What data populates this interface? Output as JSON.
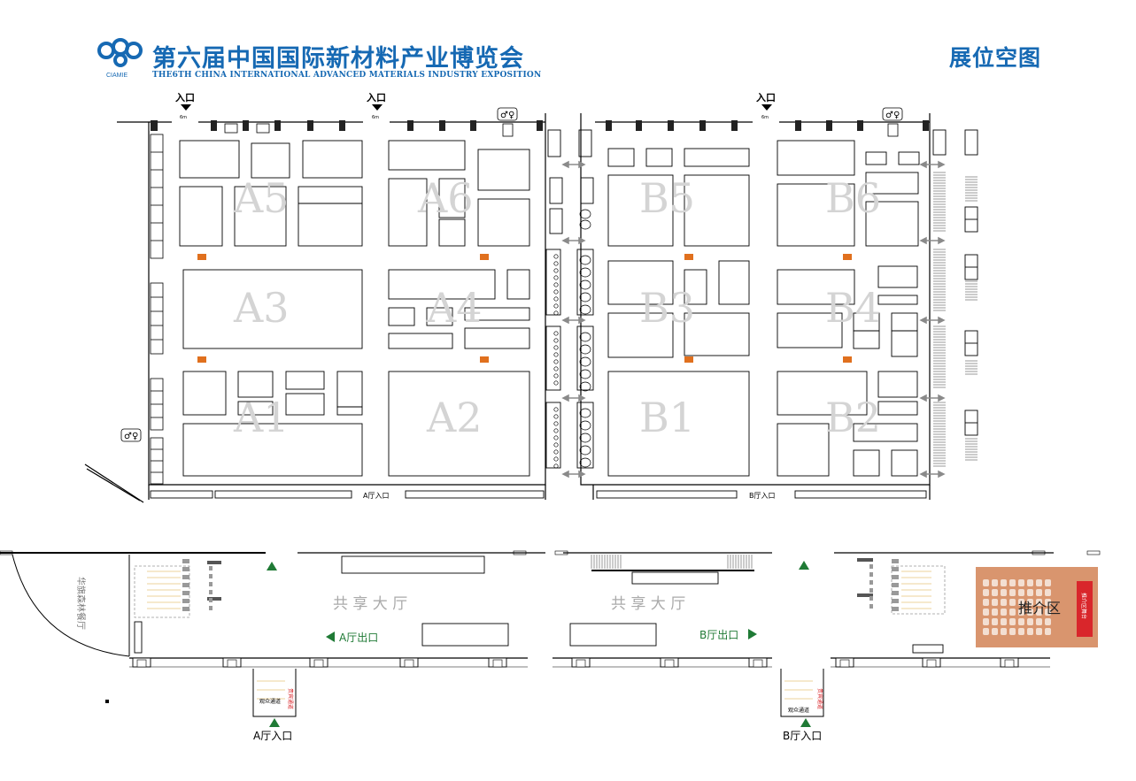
{
  "header": {
    "title": "第六届中国国际新材料产业博览会",
    "subtitle": "THE6TH CHINA INTERNATIONAL ADVANCED MATERIALS INDUSTRY EXPOSITION",
    "logo_text": "CIAMIE",
    "map_title": "展位空图",
    "brand_color": "#1669b3"
  },
  "entrances_top": [
    "入口",
    "入口",
    "入口"
  ],
  "width_mark": "6m",
  "halls": [
    {
      "id": "A5"
    },
    {
      "id": "A6"
    },
    {
      "id": "B5"
    },
    {
      "id": "B6"
    },
    {
      "id": "A3"
    },
    {
      "id": "A4"
    },
    {
      "id": "B3"
    },
    {
      "id": "B4"
    },
    {
      "id": "A1"
    },
    {
      "id": "A2"
    },
    {
      "id": "B1"
    },
    {
      "id": "B2"
    }
  ],
  "hall_entrance_labels": [
    "A厅入口",
    "B厅入口"
  ],
  "lobby": {
    "shared_hall_left": "共 享 大 厅",
    "shared_hall_right": "共 享 大 厅",
    "exit_a": "A厅出口",
    "exit_b": "B厅出口",
    "restaurant": "华旗森林餐厅",
    "promo_area": "推介区",
    "promo_stage": "推介区舞台",
    "visitor_channel_a": "观众通道",
    "vip_channel_a": "贵宾通道",
    "visitor_channel_b": "观众通道",
    "vip_channel_b": "贵宾通道",
    "entrance_a": "A厅入口",
    "entrance_b": "B厅入口"
  },
  "colors": {
    "hall_label": "#d4d4d4",
    "marker": "#e0701e",
    "green_arrow": "#1f7a35",
    "promo_bg": "#d9956e",
    "promo_stage": "#d9262b"
  }
}
